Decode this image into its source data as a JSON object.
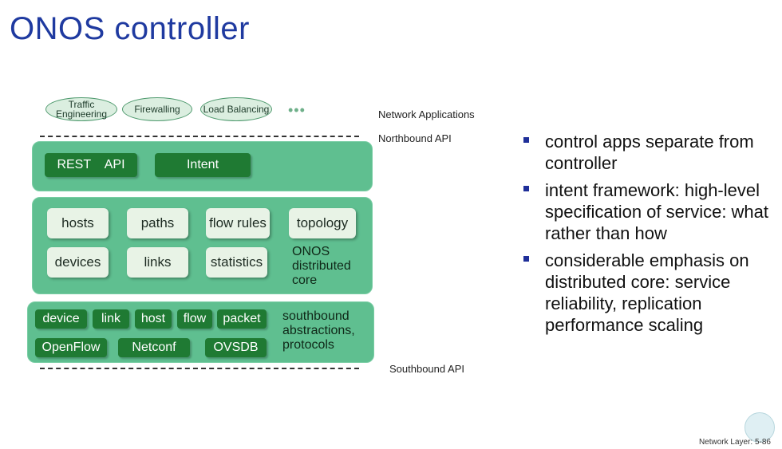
{
  "title": "ONOS controller",
  "applications": {
    "items": [
      "Traffic Engineering",
      "Firewalling",
      "Load Balancing"
    ],
    "more": "•••",
    "label": "Network Applications"
  },
  "northbound_label": "Northbound API",
  "southbound_label": "Southbound API",
  "northbound_layer": {
    "rest_api": "REST    API",
    "intent": "Intent"
  },
  "core_layer": {
    "row1": [
      "hosts",
      "paths",
      "flow rules",
      "topology"
    ],
    "row2": [
      "devices",
      "links",
      "statistics"
    ],
    "label": "ONOS distributed core"
  },
  "southbound_layer": {
    "abstractions": [
      "device",
      "link",
      "host",
      "flow",
      "packet"
    ],
    "protocols": [
      "OpenFlow",
      "Netconf",
      "OVSDB"
    ],
    "label": "southbound abstractions, protocols"
  },
  "bullets": [
    "control apps separate from controller",
    "intent framework: high-level specification of service: what rather than how",
    "considerable emphasis on distributed core: service reliability, replication performance scaling"
  ],
  "footer": "Network Layer: 5-86",
  "colors": {
    "title": "#1f3aa0",
    "band": "#5fbf90",
    "dark_button": "#1f7a33",
    "bullet": "#1f2f99"
  }
}
